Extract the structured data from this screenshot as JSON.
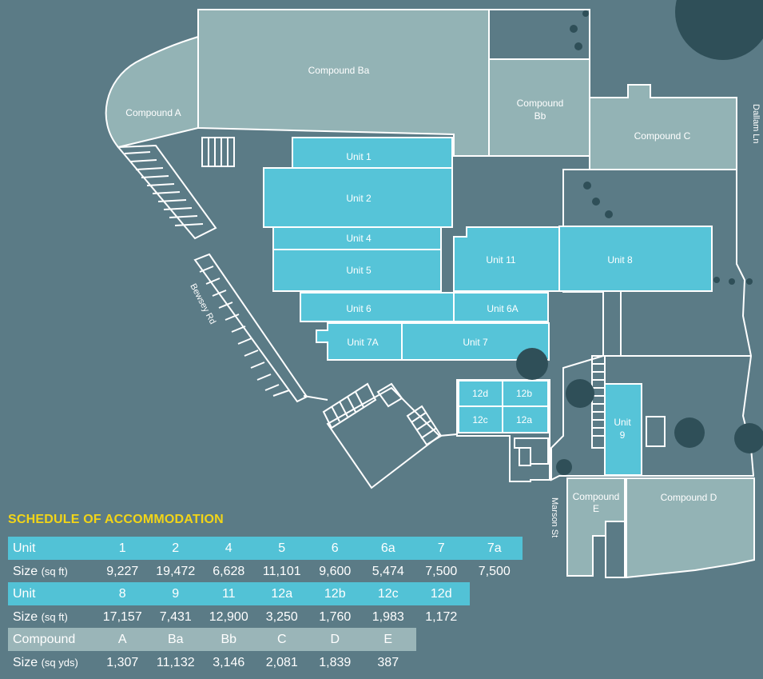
{
  "map": {
    "compounds": [
      "Compound A",
      "Compound Ba",
      "Compound",
      "Bb",
      "Compound C",
      "Compound",
      "E",
      "Compound D"
    ],
    "units": [
      "Unit 1",
      "Unit 2",
      "Unit 4",
      "Unit 5",
      "Unit 6",
      "Unit 6A",
      "Unit 7A",
      "Unit 7",
      "Unit 11",
      "Unit 8",
      "12d",
      "12b",
      "12c",
      "12a",
      "Unit",
      "9"
    ],
    "streets": {
      "bewsey": "Bewsey Rd",
      "dallam": "Dallam Ln",
      "marson": "Marson St"
    }
  },
  "schedule": {
    "title": "Schedule of Accommodation",
    "rows": [
      {
        "kind": "header",
        "color": "blue",
        "label": "Unit",
        "unit": "",
        "cells": [
          "1",
          "2",
          "4",
          "5",
          "6",
          "6a",
          "7",
          "7a"
        ]
      },
      {
        "kind": "values",
        "label": "Size",
        "unit": "(sq ft)",
        "cells": [
          "9,227",
          "19,472",
          "6,628",
          "11,101",
          "9,600",
          "5,474",
          "7,500",
          "7,500"
        ]
      },
      {
        "kind": "header",
        "color": "blue",
        "label": "Unit",
        "unit": "",
        "cells": [
          "8",
          "9",
          "11",
          "12a",
          "12b",
          "12c",
          "12d"
        ]
      },
      {
        "kind": "values",
        "label": "Size",
        "unit": "(sq ft)",
        "cells": [
          "17,157",
          "7,431",
          "12,900",
          "3,250",
          "1,760",
          "1,983",
          "1,172"
        ]
      },
      {
        "kind": "header",
        "color": "grey",
        "label": "Compound",
        "unit": "",
        "cells": [
          "A",
          "Ba",
          "Bb",
          "C",
          "D",
          "E"
        ]
      },
      {
        "kind": "values",
        "label": "Size",
        "unit": "(sq yds)",
        "cells": [
          "1,307",
          "11,132",
          "3,146",
          "2,081",
          "1,839",
          "387"
        ]
      }
    ]
  },
  "colors": {
    "background": "#5b7b86",
    "unit_fill": "#56c4d8",
    "compound_fill": "#93b3b5",
    "tree": "#2f4f58",
    "title": "#f2d518",
    "header_blue": "#52c2d6",
    "header_grey": "#9ab5b8"
  }
}
